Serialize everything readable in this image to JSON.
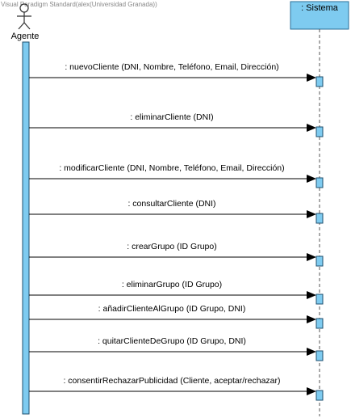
{
  "watermark": "Visual Paradigm Standard(alex(Universidad Granada))",
  "actor": {
    "name": "Agente",
    "icon": "stick-figure-actor-icon"
  },
  "system": {
    "name": ": Sistema"
  },
  "colors": {
    "lifeline_fill": "#7ecbf0",
    "lifeline_stroke": "#2a6f98",
    "activation_fill": "#7ecbf0",
    "activation_stroke": "#1f4f6e",
    "message_line": "#000000",
    "actor_head_stroke": "#333333",
    "watermark": "#888888",
    "text": "#000000"
  },
  "messages": [
    {
      "label": ": nuevoCliente (DNI, Nombre, Teléfono, Email, Dirección)"
    },
    {
      "label": ": eliminarCliente (DNI)"
    },
    {
      "label": ": modificarCliente (DNI, Nombre, Teléfono, Email, Dirección)"
    },
    {
      "label": ": consultarCliente (DNI)"
    },
    {
      "label": ": crearGrupo (ID Grupo)"
    },
    {
      "label": ": eliminarGrupo (ID Grupo)"
    },
    {
      "label": ": añadirClienteAlGrupo (ID Grupo, DNI)"
    },
    {
      "label": ": quitarClienteDeGrupo (ID Grupo, DNI)"
    },
    {
      "label": ": consentirRechazarPublicidad (Cliente, aceptar/rechazar)"
    }
  ]
}
